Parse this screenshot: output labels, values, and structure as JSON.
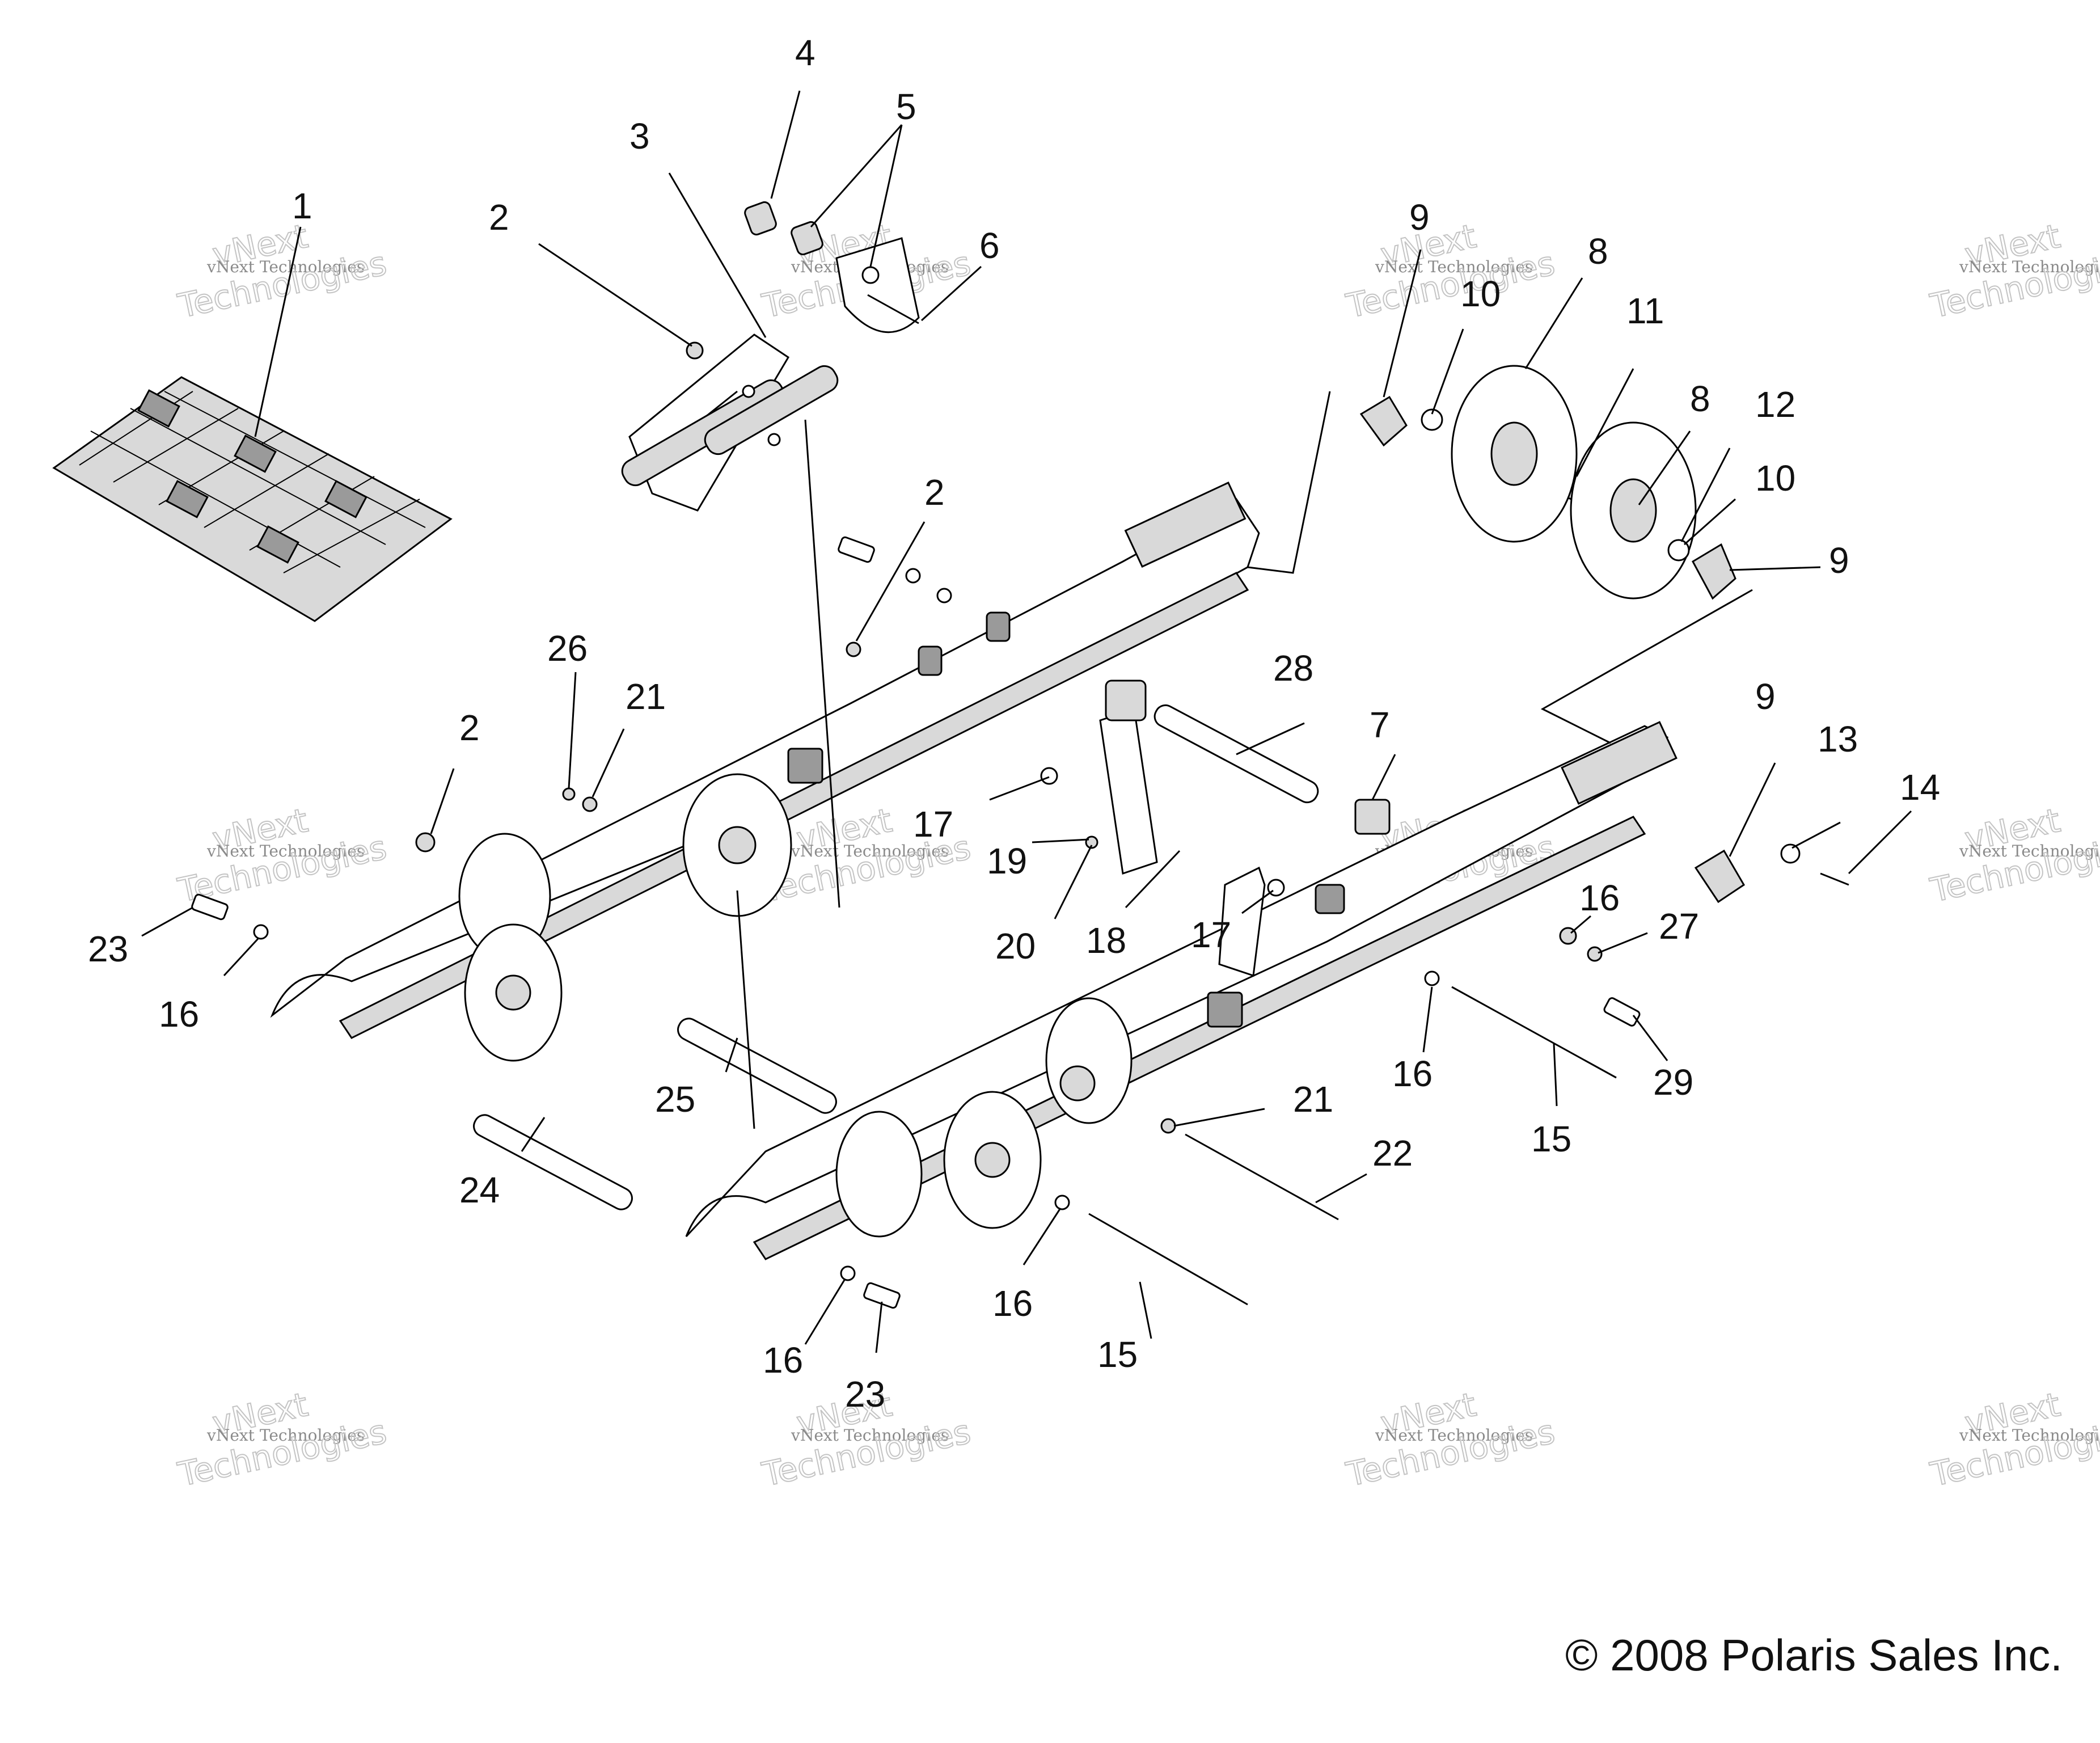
{
  "callouts": [
    "1",
    "2",
    "3",
    "4",
    "5",
    "6",
    "2",
    "2",
    "26",
    "21",
    "23",
    "16",
    "25",
    "24",
    "9",
    "10",
    "8",
    "11",
    "8",
    "12",
    "10",
    "9",
    "28",
    "7",
    "17",
    "19",
    "20",
    "18",
    "17",
    "9",
    "13",
    "14",
    "16",
    "27",
    "16",
    "29",
    "15",
    "21",
    "22",
    "16",
    "16",
    "23",
    "15"
  ],
  "watermark": {
    "line1": "vNext Technologies",
    "line2": "vNext",
    "line3": "Technologies"
  },
  "copyright": "© 2008 Polaris Sales Inc."
}
